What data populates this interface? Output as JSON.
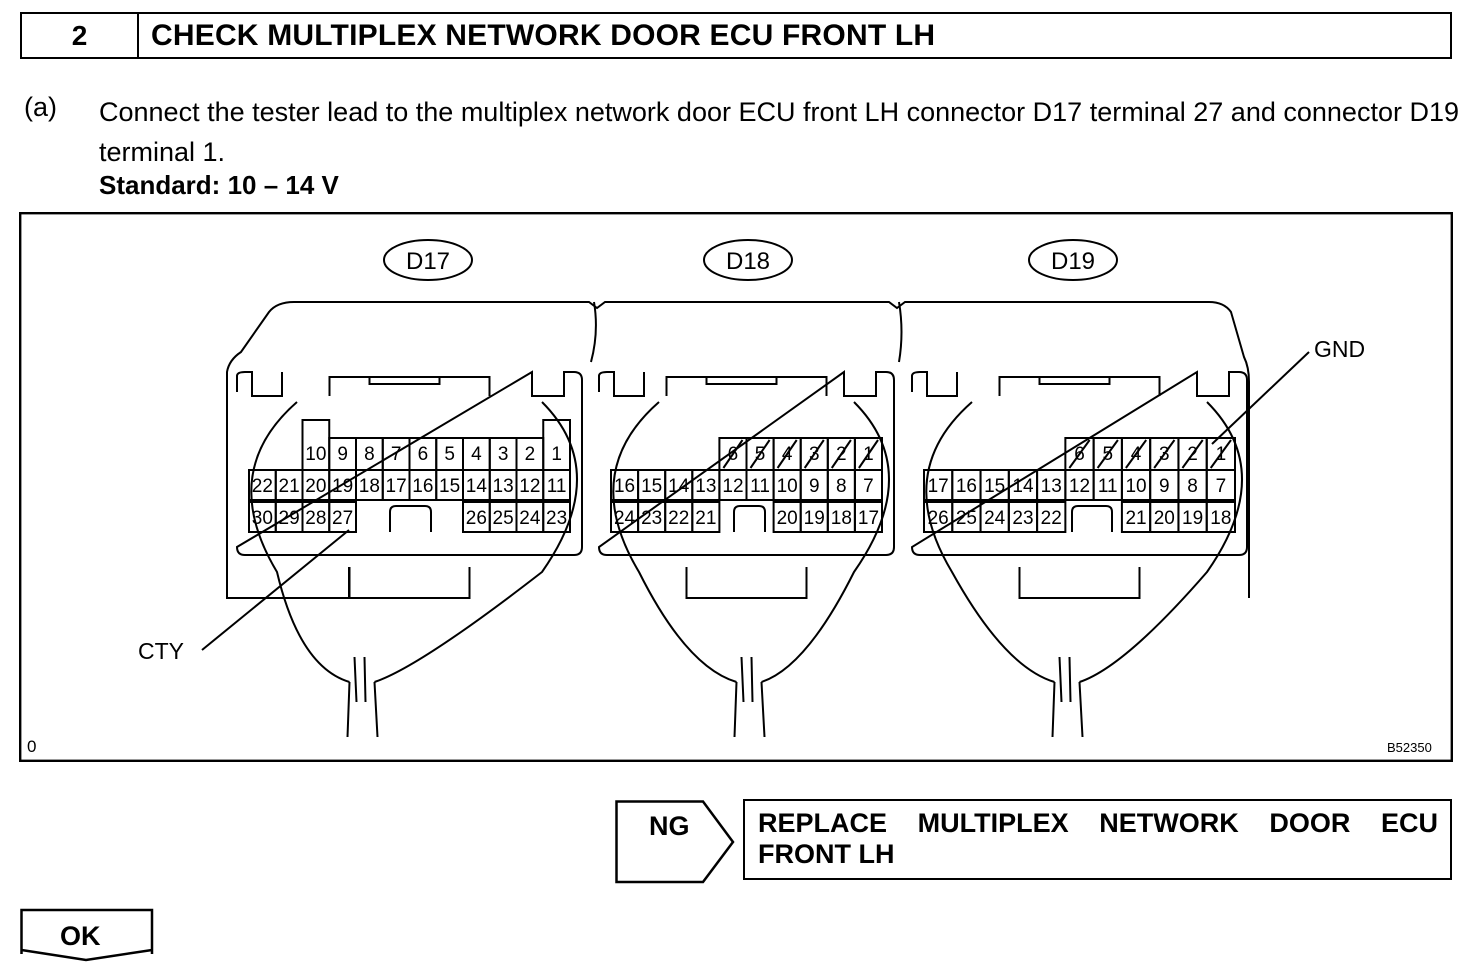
{
  "step": {
    "number": "2",
    "title": "CHECK MULTIPLEX NETWORK DOOR ECU FRONT LH"
  },
  "instruction": {
    "marker": "(a)",
    "text": "Connect the tester lead to the multiplex network door ECU front LH connector D17 terminal 27 and connector D19 terminal 1.",
    "standard": "Standard: 10 – 14 V"
  },
  "figure": {
    "connectors": [
      {
        "name": "D17",
        "row1": [
          "10",
          "9",
          "8",
          "7",
          "6",
          "5",
          "4",
          "3",
          "2",
          "1"
        ],
        "row2": [
          "22",
          "21",
          "20",
          "19",
          "18",
          "17",
          "16",
          "15",
          "14",
          "13",
          "12",
          "11"
        ],
        "row3_left": [
          "30",
          "29",
          "28",
          "27"
        ],
        "row3_right": [
          "26",
          "25",
          "24",
          "23"
        ]
      },
      {
        "name": "D18",
        "row1": [
          "6",
          "5",
          "4",
          "3",
          "2",
          "1"
        ],
        "row2": [
          "16",
          "15",
          "14",
          "13",
          "12",
          "11",
          "10",
          "9",
          "8",
          "7"
        ],
        "row3_left": [
          "24",
          "23",
          "22",
          "21"
        ],
        "row3_right": [
          "20",
          "19",
          "18",
          "17"
        ]
      },
      {
        "name": "D19",
        "row1": [
          "6",
          "5",
          "4",
          "3",
          "2",
          "1"
        ],
        "row2": [
          "17",
          "16",
          "15",
          "14",
          "13",
          "12",
          "11",
          "10",
          "9",
          "8",
          "7"
        ],
        "row3_left": [
          "26",
          "25",
          "24",
          "23",
          "22"
        ],
        "row3_right": [
          "21",
          "20",
          "19",
          "18"
        ]
      }
    ],
    "labels": {
      "cty": "CTY",
      "gnd": "GND",
      "corner": "0",
      "figure_id": "B52350"
    }
  },
  "results": {
    "ng_label": "NG",
    "ng_action": "REPLACE MULTIPLEX NETWORK DOOR ECU FRONT LH",
    "ok_label": "OK"
  }
}
